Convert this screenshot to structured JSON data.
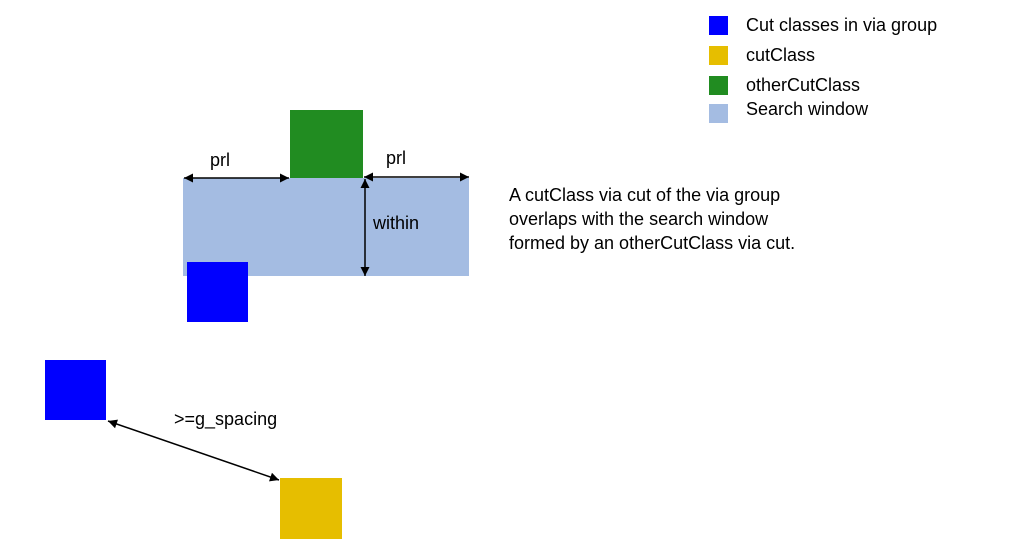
{
  "legend": {
    "items": [
      {
        "label": "Cut classes in via group",
        "color": "#0000ff"
      },
      {
        "label": "cutClass",
        "color": "#e6be00"
      },
      {
        "label": "otherCutClass",
        "color": "#218c21"
      },
      {
        "label": "Search window",
        "color": "#a4bce2"
      }
    ]
  },
  "diagram": {
    "prl_left_label": "prl",
    "prl_right_label": "prl",
    "within_label": "within",
    "spacing_label": ">=g_spacing"
  },
  "description": "A cutClass via cut of the via group overlaps with the search window formed by an otherCutClass via cut."
}
